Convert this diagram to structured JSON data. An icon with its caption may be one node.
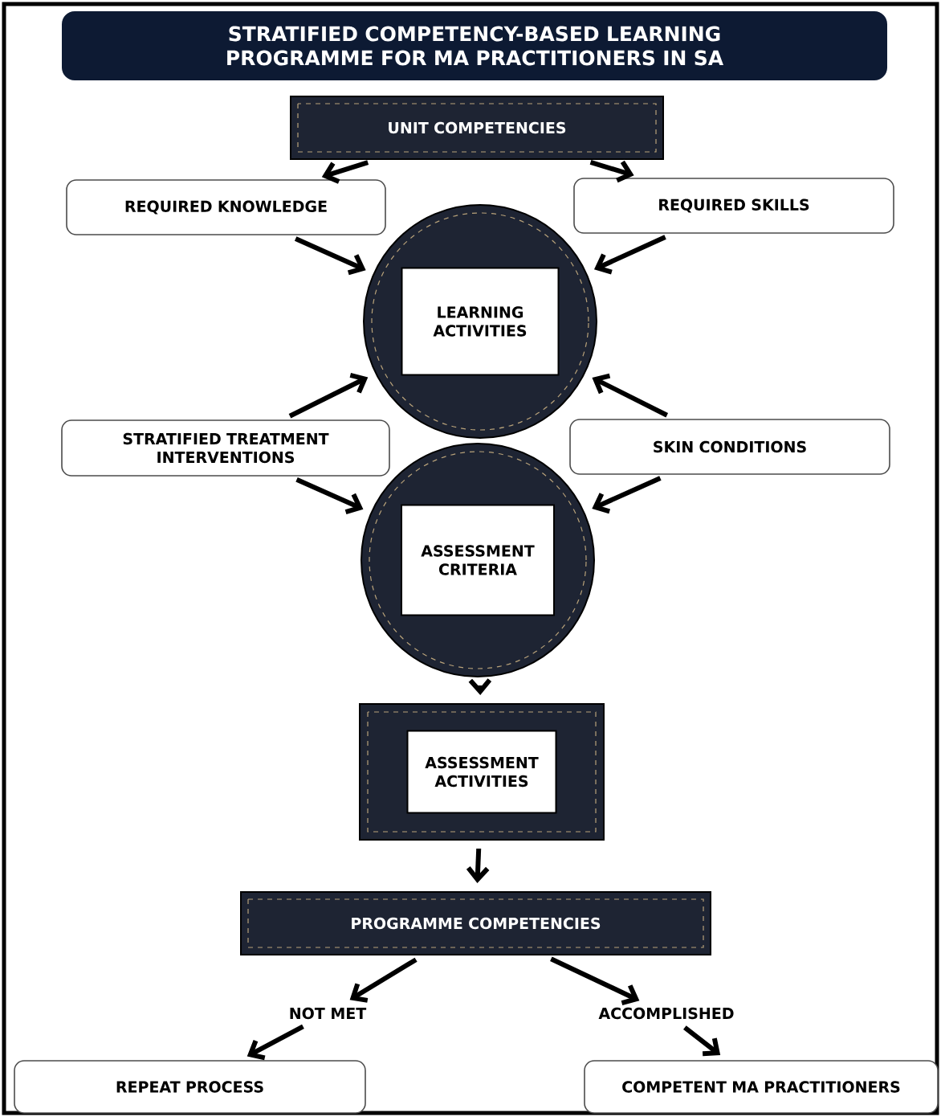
{
  "diagram": {
    "title": "STRATIFIED COMPETENCY-BASED LEARNING PROGRAMME FOR MA PRACTITIONERS IN SA",
    "nodes": [
      {
        "text": [
          "UNIT COMPETENCIES"
        ]
      },
      {
        "text": [
          "REQUIRED KNOWLEDGE"
        ]
      },
      {
        "text": [
          "REQUIRED SKILLS"
        ]
      },
      {
        "text": [],
        "shape": "circle"
      },
      {
        "text": [
          "LEARNING ACTIVITIES"
        ],
        "in": 3
      },
      {
        "text": [
          "STRATIFIED TREATMENT INTERVENTIONS"
        ]
      },
      {
        "text": [
          "SKIN CONDITIONS"
        ]
      },
      {
        "text": [],
        "shape": "circle"
      },
      {
        "text": [
          "ASSESSMENT CRITERIA"
        ],
        "in": 7
      },
      {
        "text": [],
        "shape": "box"
      },
      {
        "text": [
          "ASSESSMENT ACTIVITIES"
        ],
        "in": 9
      },
      {
        "text": [
          "PROGRAMME COMPETENCIES"
        ]
      },
      {
        "text": [
          "NOT MET"
        ]
      },
      {
        "text": [
          "ACCOMPLISHED"
        ]
      },
      {
        "text": [
          "REPEAT PROCESS"
        ]
      },
      {
        "text": [
          "COMPETENT MA PRACTITIONERS"
        ]
      }
    ],
    "edges": [
      {
        "from": 0,
        "to": 1,
        "arrow": "to"
      },
      {
        "from": 0,
        "to": 2,
        "arrow": "to"
      },
      {
        "from": 1,
        "to": 3,
        "arrow": "to"
      },
      {
        "from": 2,
        "to": 3,
        "arrow": "to"
      },
      {
        "from": 5,
        "to": 3,
        "arrow": "to"
      },
      {
        "from": 6,
        "to": 3,
        "arrow": "to"
      },
      {
        "from": 5,
        "to": 7,
        "arrow": "to"
      },
      {
        "from": 6,
        "to": 7,
        "arrow": "to"
      },
      {
        "from": 7,
        "to": 9,
        "arrow": "to"
      },
      {
        "from": 9,
        "to": 11,
        "arrow": "to"
      },
      {
        "from": 11,
        "to": 12,
        "arrow": "to"
      },
      {
        "from": 11,
        "to": 13,
        "arrow": "to"
      },
      {
        "from": 12,
        "to": 14,
        "arrow": "to"
      },
      {
        "from": 13,
        "to": 15,
        "arrow": "to"
      }
    ]
  }
}
